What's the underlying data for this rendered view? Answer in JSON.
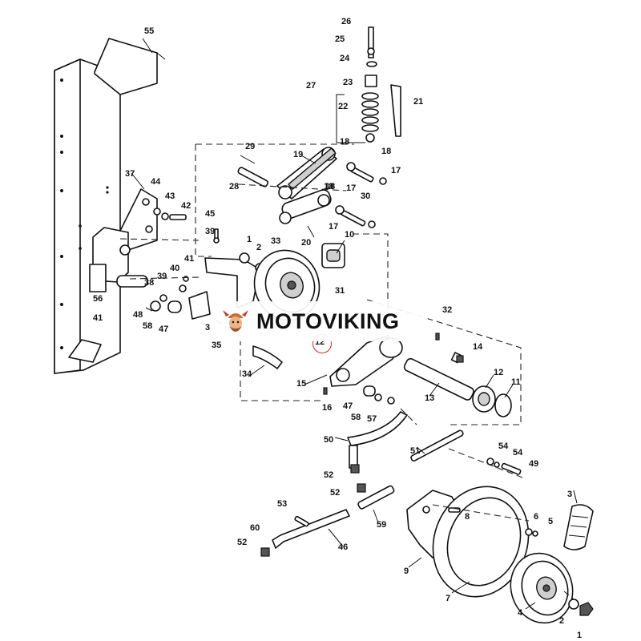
{
  "watermark": {
    "text": "MOTOVIKING",
    "logo": "viking-mascot-logo"
  },
  "callout": {
    "label": "12",
    "color": "#d62828"
  },
  "part_labels": [
    "55",
    "26",
    "25",
    "24",
    "23",
    "22",
    "27",
    "21",
    "29",
    "19",
    "18",
    "18",
    "28",
    "17",
    "30",
    "17",
    "18",
    "37",
    "44",
    "43",
    "42",
    "45",
    "39",
    "1",
    "2",
    "33",
    "20",
    "18",
    "10",
    "17",
    "31",
    "41",
    "40",
    "39",
    "38",
    "56",
    "48",
    "58",
    "47",
    "41",
    "3",
    "35",
    "34",
    "32",
    "14",
    "12",
    "11",
    "15",
    "13",
    "16",
    "47",
    "57",
    "58",
    "50",
    "51",
    "54",
    "54",
    "49",
    "52",
    "52",
    "8",
    "6",
    "5",
    "3",
    "53",
    "60",
    "52",
    "46",
    "59",
    "9",
    "7",
    "4",
    "2",
    "1"
  ]
}
